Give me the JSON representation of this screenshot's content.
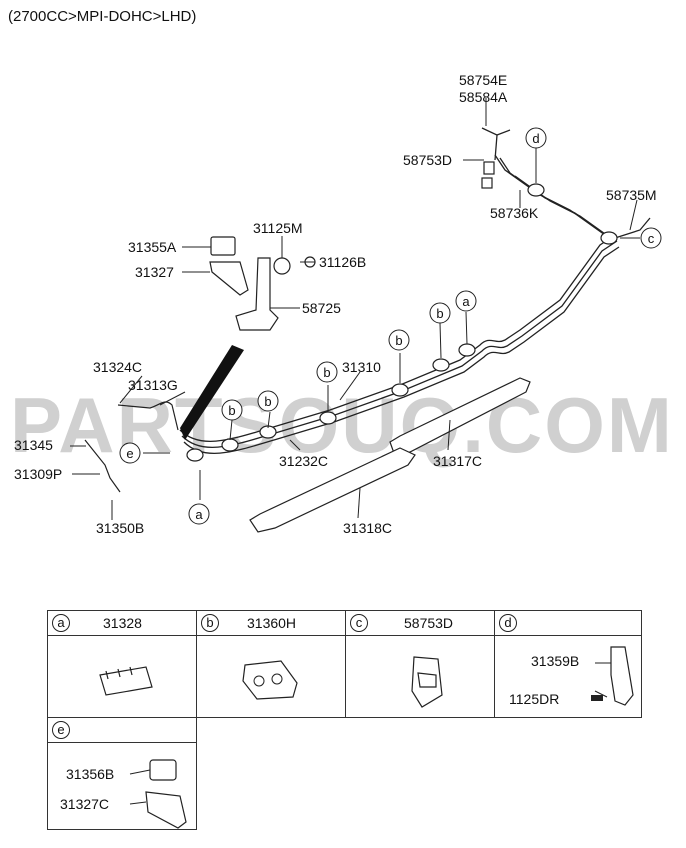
{
  "title": "(2700CC>MPI-DOHC>LHD)",
  "watermark": "PARTSOUQ.COM",
  "parts": {
    "p58754E": "58754E",
    "p58584A": "58584A",
    "p58753D": "58753D",
    "p58736K": "58736K",
    "p58735M": "58735M",
    "p31125M": "31125M",
    "p31355A": "31355A",
    "p31126B": "31126B",
    "p31327": "31327",
    "p58725": "58725",
    "p31310": "31310",
    "p31324C": "31324C",
    "p31313G": "31313G",
    "p31345": "31345",
    "p31309P": "31309P",
    "p31350B": "31350B",
    "p31232C": "31232C",
    "p31317C": "31317C",
    "p31318C": "31318C"
  },
  "callouts": {
    "a": "a",
    "b": "b",
    "c": "c",
    "d": "d",
    "e": "e"
  },
  "legend": [
    {
      "letter": "a",
      "code": "31328"
    },
    {
      "letter": "b",
      "code": "31360H"
    },
    {
      "letter": "c",
      "code": "58753D"
    },
    {
      "letter": "d",
      "items": [
        "31359B",
        "1125DR"
      ]
    },
    {
      "letter": "e",
      "items": [
        "31356B",
        "31327C"
      ]
    }
  ],
  "colors": {
    "line": "#222222",
    "watermark": "#d0d0d0",
    "arrow_fill": "#111111"
  }
}
